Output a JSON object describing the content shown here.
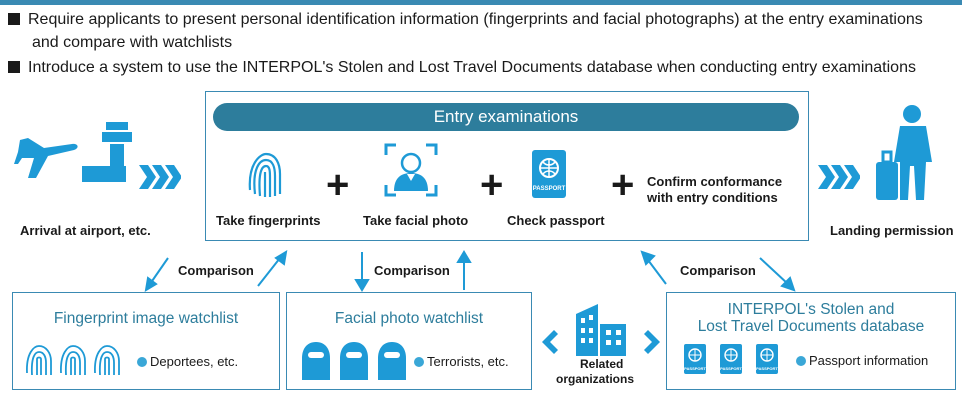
{
  "bullets": [
    "Require applicants to present personal identification information (fingerprints and facial photographs) at the entry examinations",
    "and compare with watchlists",
    "Introduce a system to use the INTERPOL's Stolen and Lost Travel Documents database when conducting entry examinations"
  ],
  "left_label": "Arrival at airport, etc.",
  "right_label": "Landing permission",
  "entry_title": "Entry examinations",
  "steps": {
    "fingerprints": "Take fingerprints",
    "facial": "Take facial photo",
    "passport": "Check passport",
    "conform_line1": "Confirm conformance",
    "conform_line2": "with entry conditions"
  },
  "comparison": "Comparison",
  "watchlists": {
    "fingerprint_title": "Fingerprint image watchlist",
    "fingerprint_note": "Deportees, etc.",
    "facial_title": "Facial photo watchlist",
    "facial_note": "Terrorists, etc.",
    "interpol_line1": "INTERPOL's Stolen and",
    "interpol_line2": "Lost Travel Documents database",
    "interpol_note": "Passport information",
    "passport_icon_text": "PASSPORT"
  },
  "related_line1": "Related",
  "related_line2": "organizations",
  "colors": {
    "accent": "#3a8ab3",
    "icon_blue": "#1e9ad6",
    "pill": "#2d7d9c",
    "dot": "#3aa7d7"
  }
}
